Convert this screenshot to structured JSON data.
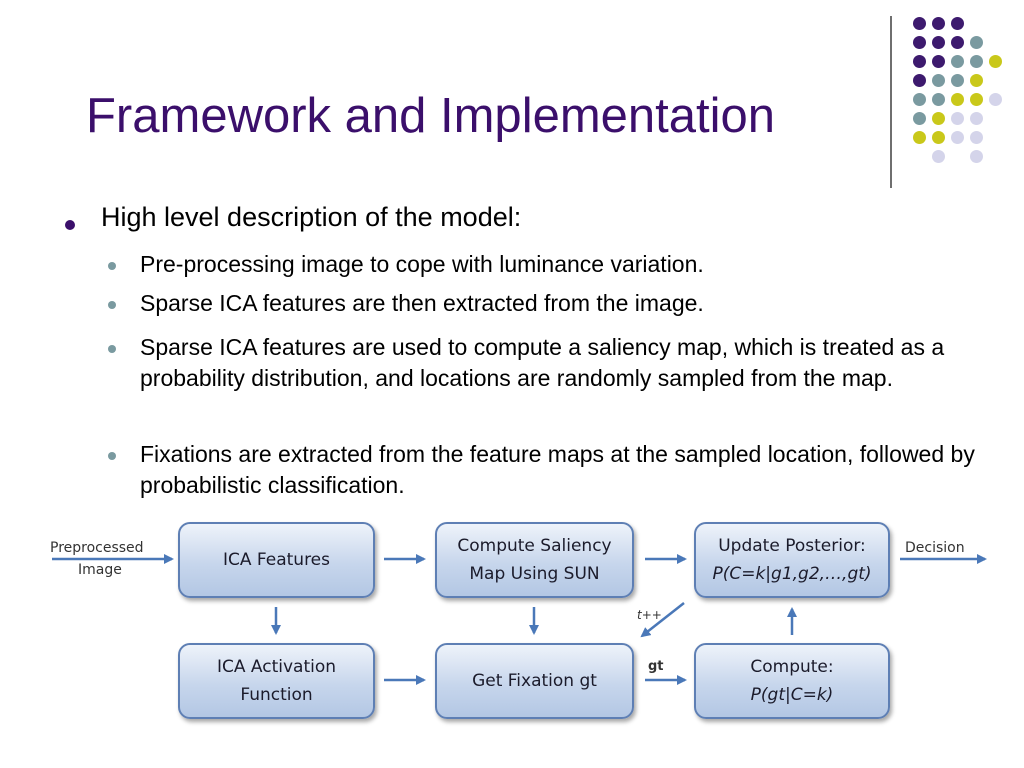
{
  "slide": {
    "title": "Framework and Implementation",
    "main_bullet": "High level description of the model:",
    "sub_bullets": [
      "Pre-processing image to cope with luminance variation.",
      "Sparse ICA features are then extracted from the image.",
      "Sparse ICA features are used to compute a saliency map, which is treated as a probability distribution, and locations are randomly sampled from the map.",
      "Fixations are extracted from the feature maps at the sampled location, followed by probabilistic classification."
    ]
  },
  "decoration": {
    "dot_colors": {
      "purple": "#3d1a6e",
      "teal": "#7a9aa0",
      "yellow": "#c9c81a",
      "lavender": "#d4d4ea"
    },
    "title_color": "#3b0f6b"
  },
  "diagram": {
    "input_label_line1": "Preprocessed",
    "input_label_line2": "Image",
    "ica_features": "ICA Features",
    "saliency_line1": "Compute Saliency",
    "saliency_line2": "Map Using SUN",
    "update_line1": "Update Posterior:",
    "update_formula": "P(C=k|g1,g2,…,gt)",
    "output_label": "Decision",
    "ica_activation_line1": "ICA Activation",
    "ica_activation_line2": "Function",
    "fixation_label": "Get Fixation gt",
    "compute_line1": "Compute:",
    "compute_formula": "P(gt|C=k)",
    "loop_label": "t++",
    "gt_label": "gt"
  }
}
